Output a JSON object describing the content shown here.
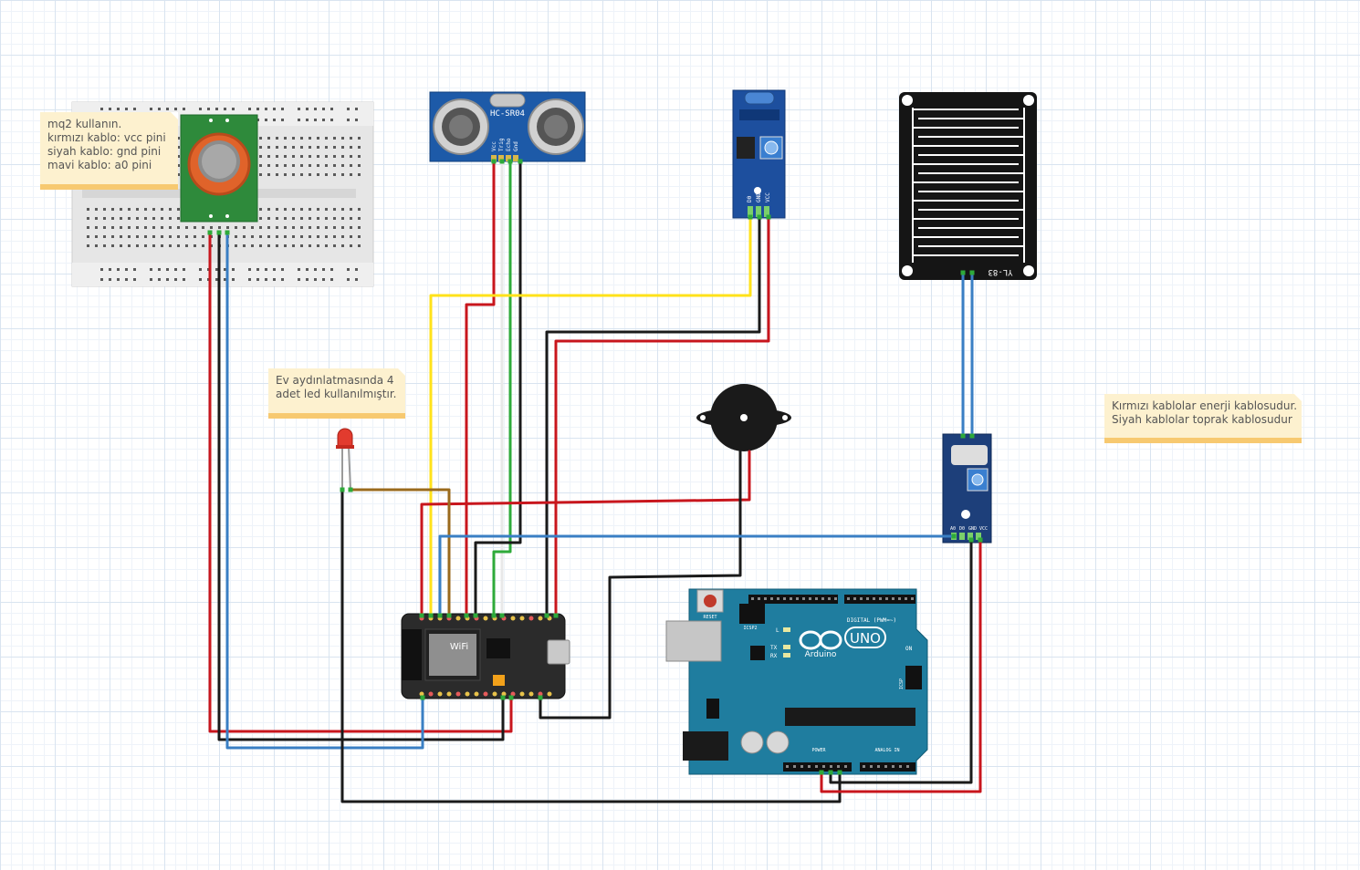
{
  "notes": {
    "mq2": {
      "lines": [
        "mq2 kullanın.",
        "kırmızı kablo: vcc pini",
        "siyah kablo: gnd pini",
        "mavi kablo: a0 pini"
      ]
    },
    "led": {
      "lines": [
        "Ev aydınlatmasında 4",
        "adet led kullanılmıştır."
      ]
    },
    "wires": {
      "lines": [
        "Kırmızı kablolar enerji kablosudur.",
        "Siyah kablolar toprak kablosudur"
      ]
    }
  },
  "components": {
    "ultrasonic": {
      "label": "HC-SR04",
      "pins": [
        "Vcc",
        "Trig",
        "Echo",
        "Gnd"
      ]
    },
    "ir_sensor": {
      "pins": [
        "D0",
        "GND",
        "VCC"
      ]
    },
    "rain_plate": {
      "label": "YL-83"
    },
    "rain_module": {
      "pins": [
        "A0",
        "D0",
        "GND",
        "VCC"
      ]
    },
    "esp_board": {
      "wifi_label": "WiFi"
    },
    "arduino": {
      "brand": "Arduino",
      "model": "UNO",
      "reset_label": "RESET",
      "icsp2_label": "ICSP2",
      "digital_label": "DIGITAL (PWM=~)",
      "power_label": "POWER",
      "analog_label": "ANALOG IN",
      "on_label": "ON",
      "icsp_label": "ICSP",
      "l_label": "L",
      "tx_label": "TX",
      "rx_label": "RX"
    }
  },
  "colors": {
    "red_wire": "#c8161d",
    "black_wire": "#1a1a1a",
    "blue_wire": "#3a7fc4",
    "green_wire": "#2eaa3a",
    "yellow_wire": "#ffe21a",
    "brown_wire": "#9a6a1c",
    "arduino_teal": "#1f7d9f",
    "board_blue": "#1d4f9e",
    "note_bg": "#fdf1cf",
    "note_border": "#f7c970"
  }
}
